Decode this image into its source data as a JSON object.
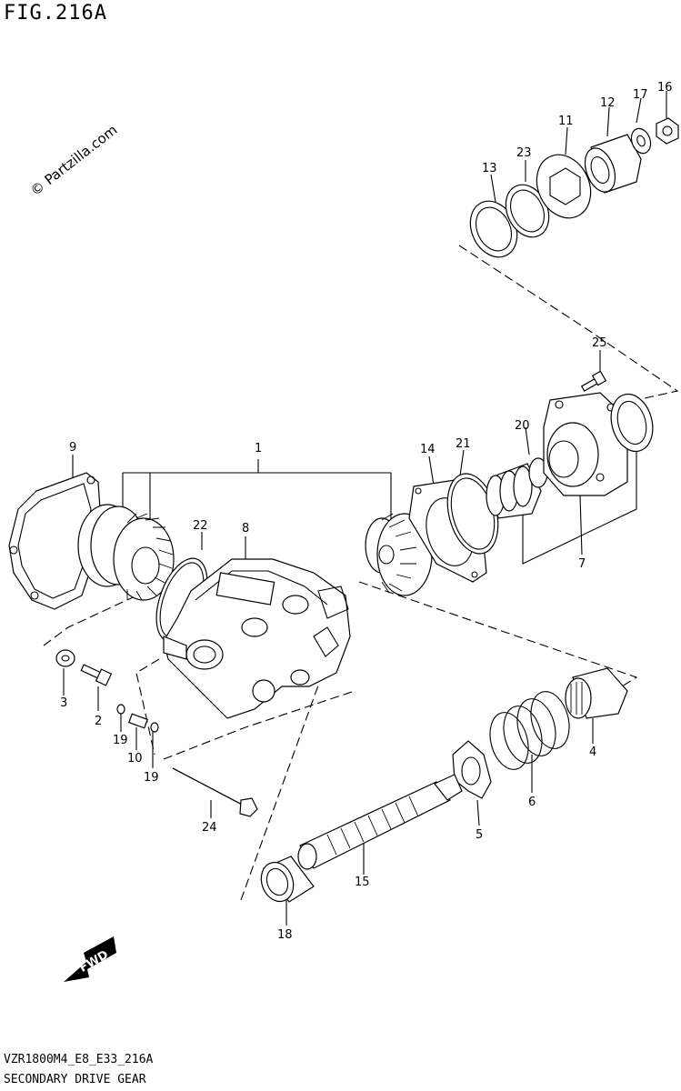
{
  "figure": {
    "title": "FIG.216A",
    "code": "VZR1800M4_E8_E33_216A",
    "name": "SECONDARY DRIVE GEAR",
    "watermark": "© Partzilla.com",
    "fwd_label": "FWD"
  },
  "callouts": [
    "1",
    "2",
    "3",
    "4",
    "5",
    "6",
    "7",
    "8",
    "9",
    "10",
    "11",
    "12",
    "13",
    "14",
    "15",
    "16",
    "17",
    "18",
    "19",
    "19",
    "20",
    "21",
    "22",
    "23",
    "24",
    "25"
  ]
}
